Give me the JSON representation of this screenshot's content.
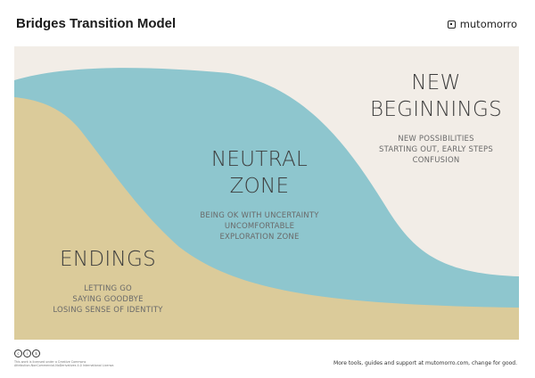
{
  "header": {
    "title": "Bridges Transition Model",
    "brand": "mutomorro"
  },
  "colors": {
    "background": "#f2ede7",
    "neutral_band": "#8ec6ce",
    "endings_band": "#dbcb9a"
  },
  "zones": {
    "endings": {
      "heading": "ENDINGS",
      "items": [
        "LETTING GO",
        "SAYING GOODBYE",
        "LOSING SENSE OF IDENTITY"
      ]
    },
    "neutral": {
      "heading_line1": "NEUTRAL",
      "heading_line2": "ZONE",
      "items": [
        "BEING OK WITH UNCERTAINTY",
        "UNCOMFORTABLE",
        "EXPLORATION ZONE"
      ]
    },
    "new_beginnings": {
      "heading_line1": "NEW",
      "heading_line2": "BEGINNINGS",
      "items": [
        "NEW POSSIBILITIES",
        "STARTING OUT, EARLY STEPS",
        "CONFUSION"
      ]
    }
  },
  "footer": {
    "license_line1": "This work is licensed under a Creative Commons",
    "license_line2": "Attribution-NonCommercial-NoDerivatives 4.0 International License.",
    "tagline": "More tools, guides and support at mutomorro.com, change for good."
  }
}
